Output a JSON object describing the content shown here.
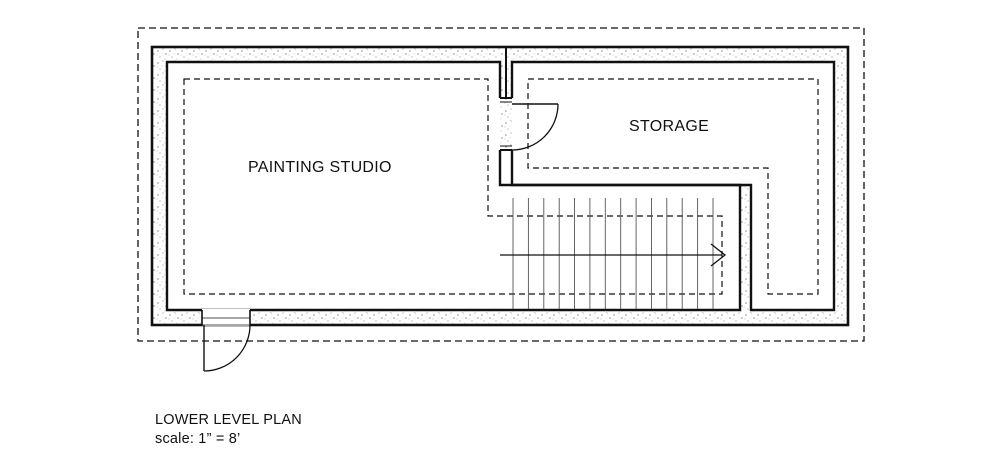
{
  "rooms": {
    "painting_studio": "PAINTING STUDIO",
    "storage": "STORAGE"
  },
  "caption": {
    "title": "LOWER LEVEL PLAN",
    "scale": "scale: 1” = 8’"
  },
  "line_color": "#111111",
  "stair_tread_count": 14,
  "stair_direction": "right",
  "icons": {
    "door_studio_storage": "door-swing-icon",
    "door_exterior": "door-swing-icon",
    "stair_arrow": "arrow-right-icon"
  }
}
